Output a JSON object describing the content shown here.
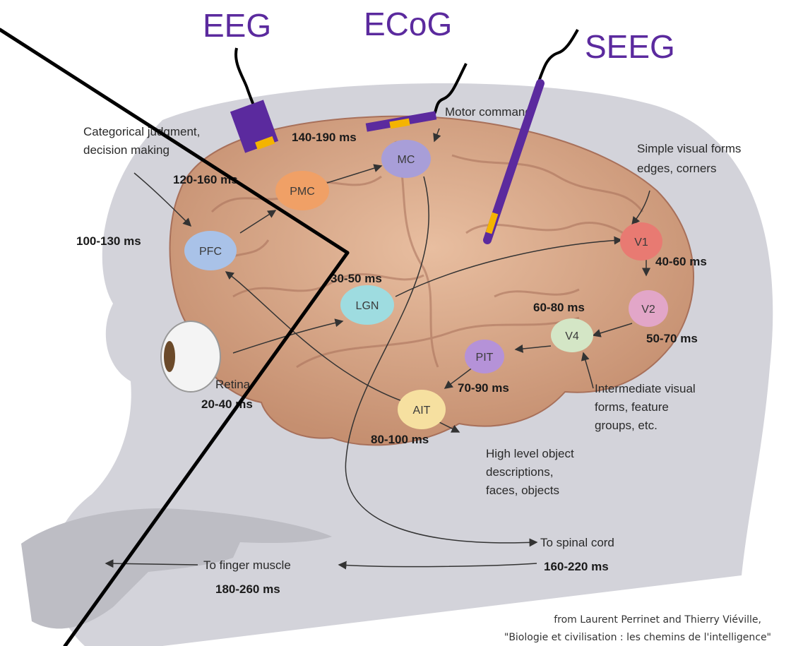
{
  "colors": {
    "technique": "#5b2a9e",
    "contact": "#f4b400",
    "brain": "#d9a98a",
    "head": "#cfcfd6",
    "line": "#000000"
  },
  "techniques": {
    "eeg": "EEG",
    "ecog": "ECoG",
    "seeg": "SEEG"
  },
  "areas": {
    "pfc": "PFC",
    "pmc": "PMC",
    "mc": "MC",
    "lgn": "LGN",
    "v1": "V1",
    "v2": "V2",
    "v4": "V4",
    "pit": "PIT",
    "ait": "AIT"
  },
  "labels": {
    "categorical_1": "Categorical judgment,",
    "categorical_2": "decision making",
    "motor": "Motor command",
    "simple_1": "Simple visual forms",
    "simple_2": "edges, corners",
    "intermediate_1": "Intermediate visual",
    "intermediate_2": "forms, feature",
    "intermediate_3": "groups, etc.",
    "high_1": "High level object",
    "high_2": "descriptions,",
    "high_3": "faces, objects",
    "retina": "Retina",
    "spinal": "To spinal cord",
    "finger": "To finger muscle"
  },
  "latencies": {
    "mc": "140-190 ms",
    "pmc": "120-160 ms",
    "pfc": "100-130 ms",
    "lgn": "30-50 ms",
    "v1": "40-60 ms",
    "v4": "60-80 ms",
    "v2": "50-70 ms",
    "pit": "70-90 ms",
    "ait": "80-100 ms",
    "retina": "20-40 ms",
    "spinal": "160-220 ms",
    "finger": "180-260 ms"
  },
  "credit": {
    "line1": "from Laurent Perrinet and Thierry Viéville,",
    "line2": "\"Biologie et civilisation : les chemins de l'intelligence\""
  }
}
